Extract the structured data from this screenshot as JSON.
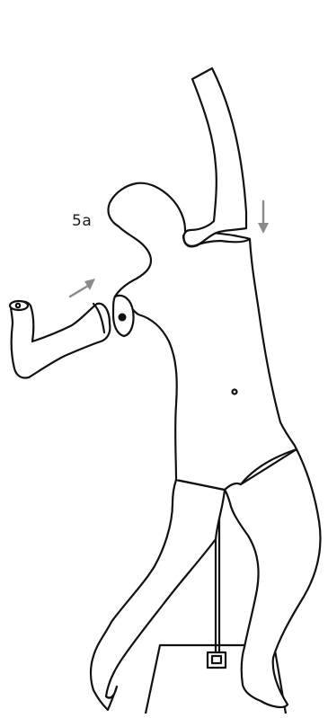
{
  "figure": {
    "step_label": "5a",
    "arrow_color": "#8a8a8a",
    "outline_color": "#111111",
    "parts": [
      "detached-left-arm",
      "detached-right-arm",
      "mannequin-torso",
      "mannequin-legs",
      "display-stand"
    ]
  }
}
